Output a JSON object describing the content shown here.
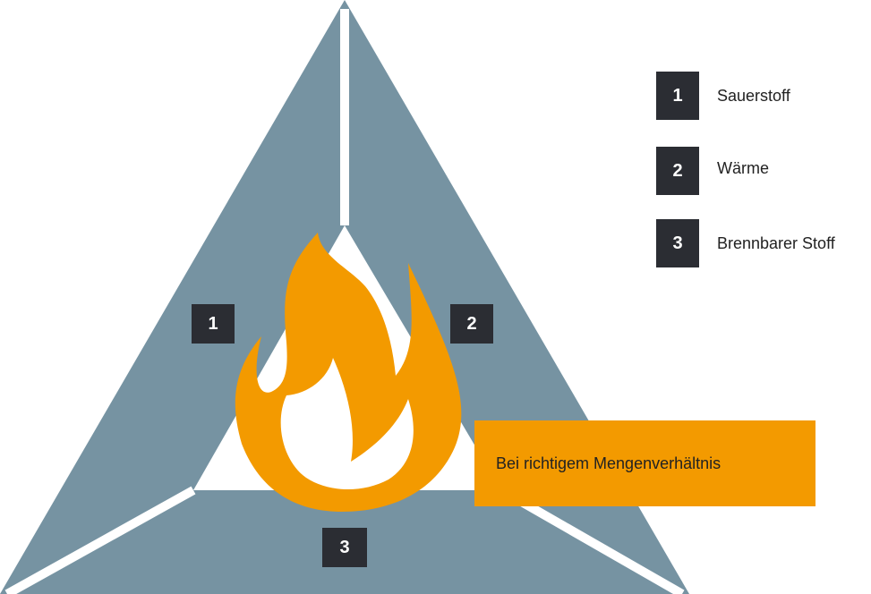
{
  "colors": {
    "segment": "#7693a2",
    "divider": "#ffffff",
    "flame": "#f39a00",
    "badge": "#2b2d33",
    "note_background": "#f39a00"
  },
  "icons": {
    "center": "flame-icon"
  },
  "triangle_numbers": [
    "1",
    "2",
    "3"
  ],
  "legend": [
    {
      "number": "1",
      "label": "Sauerstoff"
    },
    {
      "number": "2",
      "label": "Wärme"
    },
    {
      "number": "3",
      "label": "Brennbarer Stoff"
    }
  ],
  "note": "Bei richtigem Mengenverhältnis"
}
